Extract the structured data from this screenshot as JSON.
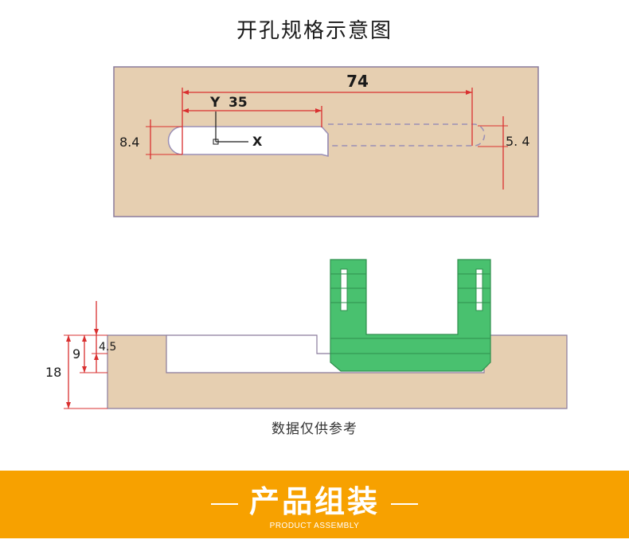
{
  "title": "开孔规格示意图",
  "top_view": {
    "dim_total": "74",
    "dim_half": "35",
    "dim_slot_width": "8.4",
    "dim_narrow_width": "5. 4",
    "axis_y": "Y",
    "axis_x": "X"
  },
  "side_view": {
    "dim_thickness": "18",
    "dim_depth": "9",
    "dim_offset": "4.5"
  },
  "colors": {
    "wood": "#e6cfb1",
    "connector": "#49c16f",
    "dimension": "#d93030",
    "banner": "#f7a100"
  },
  "caption": "数据仅供参考",
  "banner": {
    "title": "产品组装",
    "subtitle": "PRODUCT ASSEMBLY"
  }
}
